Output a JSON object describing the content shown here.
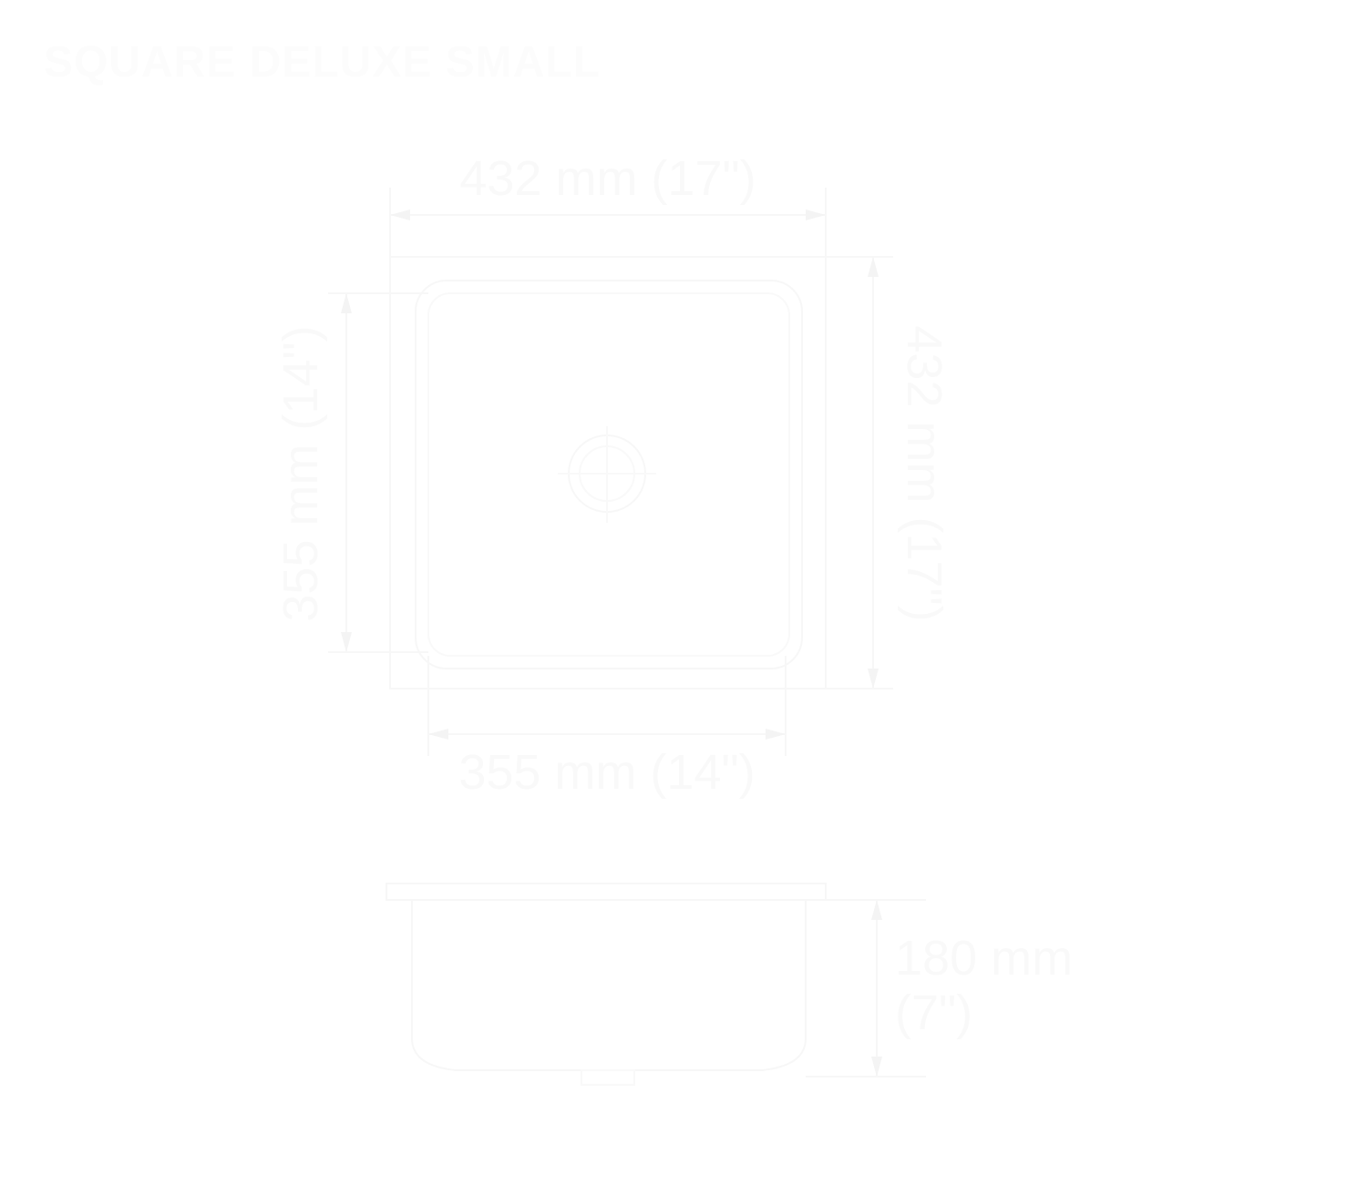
{
  "title": "SQUARE DELUXE SMALL",
  "colors": {
    "background": "#ffffff",
    "ink": "#f7f7f7",
    "title": "#fcfcfc"
  },
  "top_view": {
    "outer_width_label": "432 mm (17\")",
    "outer_depth_label": "432 mm (17\")",
    "inner_width_label": "355 mm (14\")",
    "inner_depth_label": "355 mm (14\")",
    "drain_icon": "drain-icon"
  },
  "side_view": {
    "height_label_line1": "180 mm",
    "height_label_line2": "(7\")"
  }
}
